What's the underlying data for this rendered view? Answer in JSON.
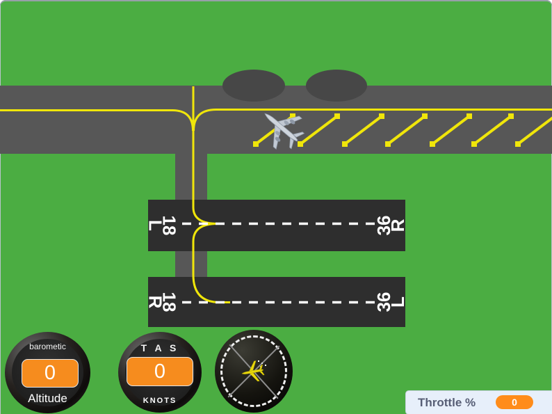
{
  "colors": {
    "grass": "#4bad42",
    "taxiway_gray": "#575757",
    "runway_gray": "#2e2e2e",
    "marking_yellow": "#f0e60a",
    "gauge_value_orange": "#f68c1e",
    "monitor_orange": "#ff8c1a",
    "monitor_bg": "#e7effa",
    "monitor_text": "#575e75"
  },
  "runways": {
    "top": {
      "left_line1": "18",
      "left_line2": "L",
      "right_line1": "36",
      "right_line2": "R"
    },
    "bottom": {
      "left_line1": "18",
      "left_line2": "R",
      "right_line1": "36",
      "right_line2": "L"
    }
  },
  "instruments": {
    "altimeter": {
      "top_label": "barometic",
      "value": "0",
      "bottom_label": "Altitude"
    },
    "airspeed": {
      "top_label": "T A S",
      "value": "0",
      "bottom_label": "KNOTS"
    }
  },
  "throttle": {
    "label": "Throttle %",
    "value": "0"
  }
}
